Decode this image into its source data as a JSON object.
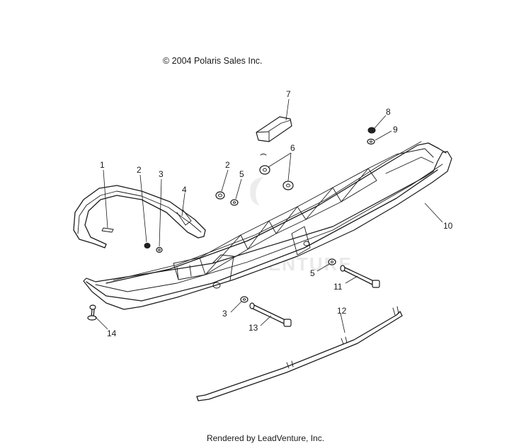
{
  "copyright": "© 2004 Polaris Sales Inc.",
  "footer": "Rendered by LeadVenture, Inc.",
  "watermark": "ADVENTURE",
  "callouts": [
    "1",
    "2",
    "3",
    "4",
    "2",
    "5",
    "7",
    "6",
    "8",
    "9",
    "10",
    "5",
    "11",
    "3",
    "13",
    "12",
    "14"
  ]
}
